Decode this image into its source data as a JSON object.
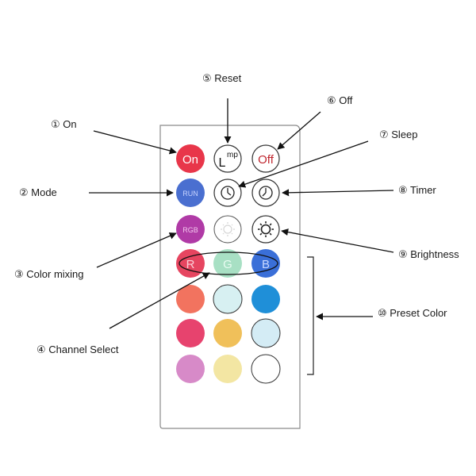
{
  "labels": {
    "on": "① On",
    "reset": "⑤ Reset",
    "off": "⑥ Off",
    "sleep": "⑦ Sleep",
    "mode": "② Mode",
    "timer": "⑧ Timer",
    "brightness": "⑨ Brightness",
    "color_mixing": "③ Color mixing",
    "preset_color": "⑩ Preset Color",
    "channel_select": "④ Channel Select"
  },
  "buttons": {
    "on": "On",
    "lamp_main": "L",
    "lamp_sup": "mp",
    "off": "Off",
    "run": "RUN",
    "rgb": "RGB",
    "r": "R",
    "g": "G",
    "b": "B"
  },
  "icons": {
    "sleep": "clock-icon",
    "timer": "clock-icon",
    "brightness_down": "sun-dim-icon",
    "brightness_up": "sun-icon"
  },
  "colors": {
    "on": "#e8364a",
    "off_text": "#c0262f",
    "run": "#4a6fd0",
    "rgb": "#b03aa6",
    "r": "#e64560",
    "g": "#a8e0c4",
    "b": "#3a6fd8",
    "preset": [
      [
        "#f2735f",
        "#d7f0f2",
        "#1f8fd8"
      ],
      [
        "#e7436e",
        "#f0c05a",
        "#d4ecf5"
      ],
      [
        "#d78ac8",
        "#f3e6a3",
        "#ffffff"
      ]
    ]
  }
}
